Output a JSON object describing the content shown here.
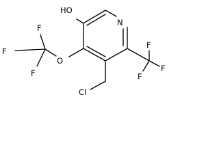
{
  "labels": {
    "ho": "HO",
    "n": "N",
    "o": "O",
    "f_ocf3_top": "F",
    "f_ocf3_left": "F",
    "f_ocf3_bottom": "F",
    "f_cf3_top": "F",
    "f_cf3_right": "F",
    "f_cf3_bottom": "F",
    "cl": "Cl"
  }
}
